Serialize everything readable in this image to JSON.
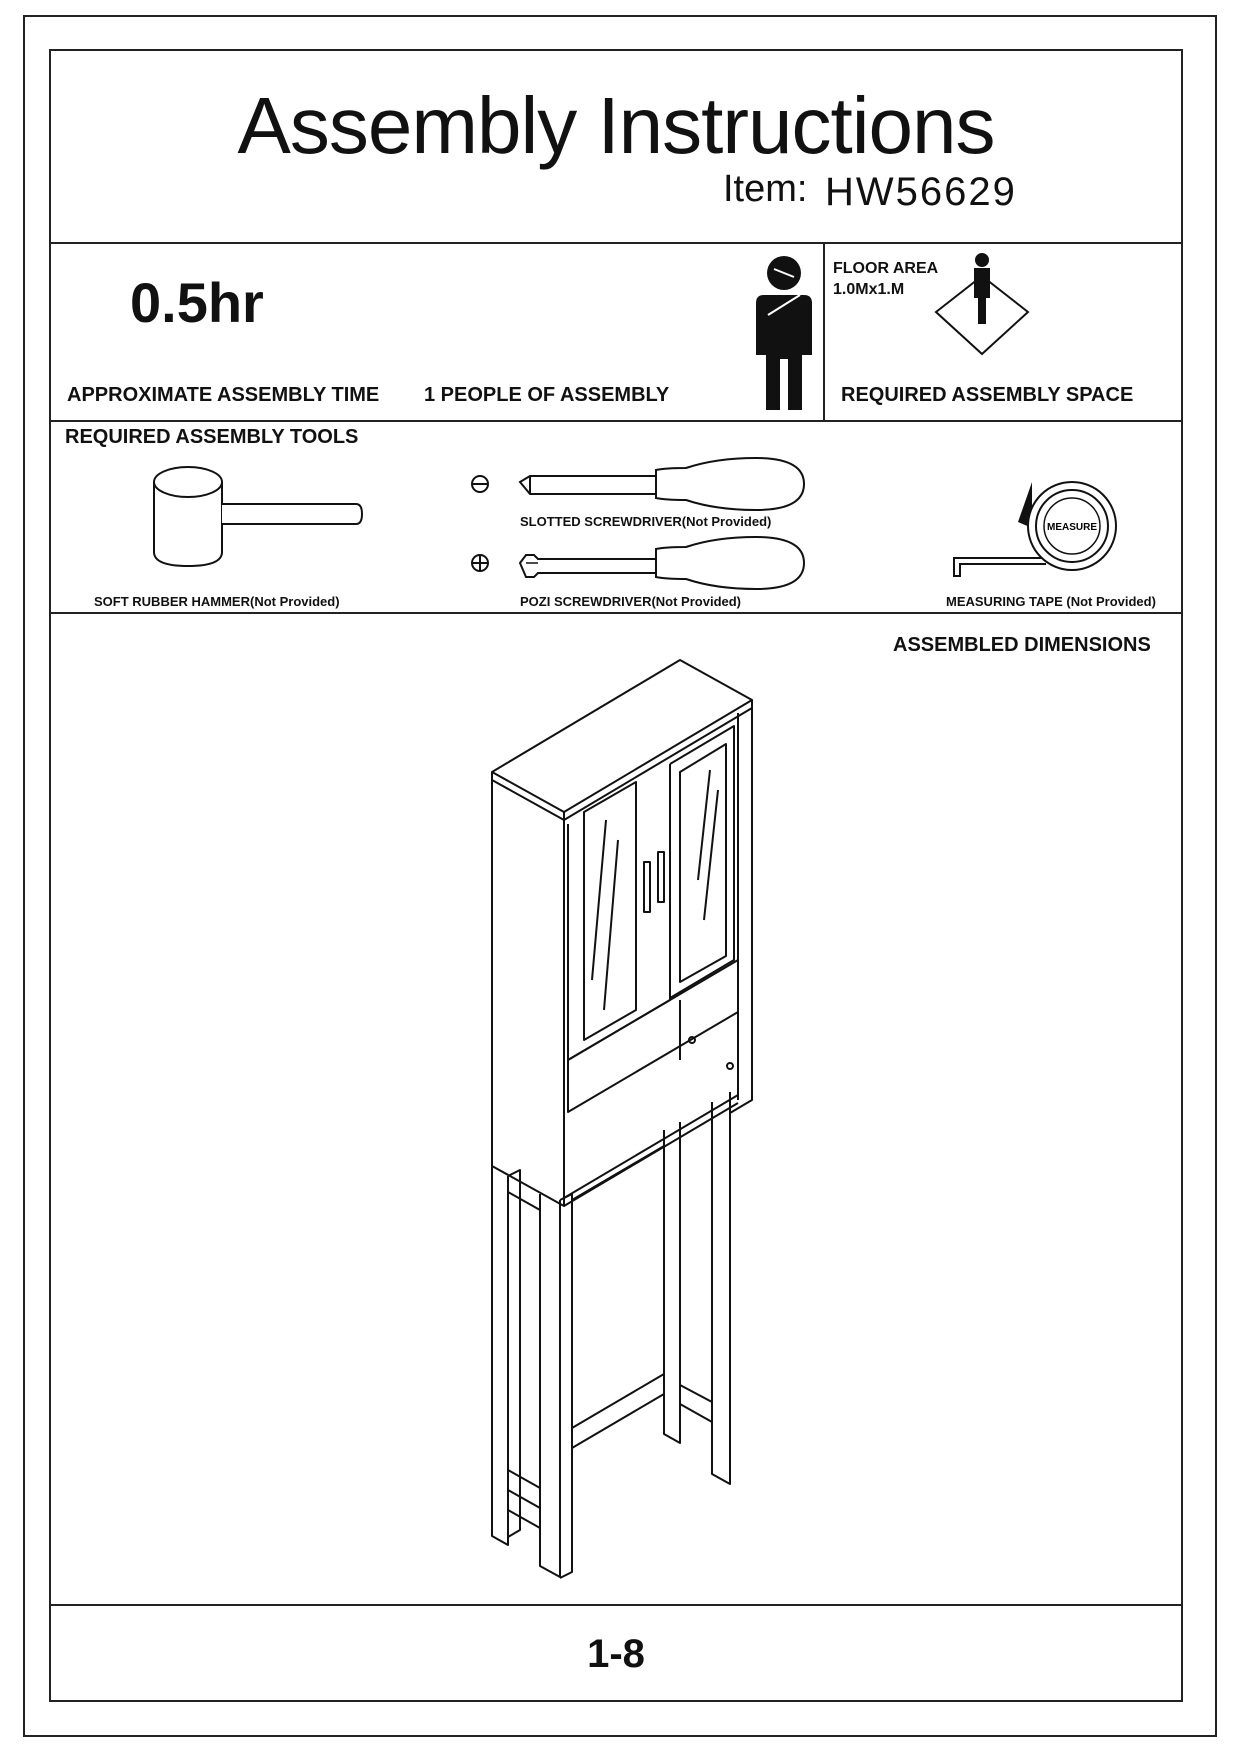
{
  "header": {
    "title": "Assembly Instructions",
    "item_label": "Item:",
    "item_number": "HW56629"
  },
  "info": {
    "time_value": "0.5hr",
    "time_label": "APPROXIMATE ASSEMBLY TIME",
    "people_label": "1 PEOPLE OF ASSEMBLY",
    "floor_area_title": "FLOOR AREA",
    "floor_area_value": "1.0Mx1.M",
    "space_label": "REQUIRED ASSEMBLY SPACE"
  },
  "tools": {
    "heading": "REQUIRED ASSEMBLY TOOLS",
    "hammer": "SOFT RUBBER HAMMER(Not Provided)",
    "slotted": "SLOTTED SCREWDRIVER(Not Provided)",
    "pozi": "POZI SCREWDRIVER(Not Provided)",
    "tape": "MEASURING TAPE (Not Provided)",
    "tape_face": "MEASURE"
  },
  "dimensions": {
    "heading": "ASSEMBLED DIMENSIONS"
  },
  "footer": {
    "page": "1-8"
  }
}
